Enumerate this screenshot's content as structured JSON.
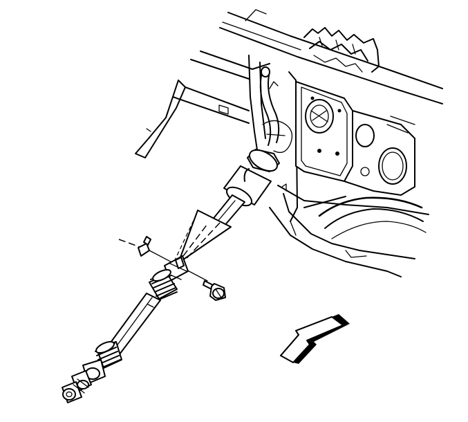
{
  "figure": {
    "background_color": "#ffffff",
    "line_color": "#000000",
    "components": [
      "bulkhead-panel",
      "steering-column-lower-end",
      "intermediate-steering-shaft",
      "upper-universal-joint",
      "lower-universal-joint",
      "pinch-bolt",
      "shaft-clamp-detail-view",
      "front-of-vehicle-arrow"
    ],
    "icons": [
      "direction-arrow-icon",
      "bolt-icon"
    ]
  }
}
